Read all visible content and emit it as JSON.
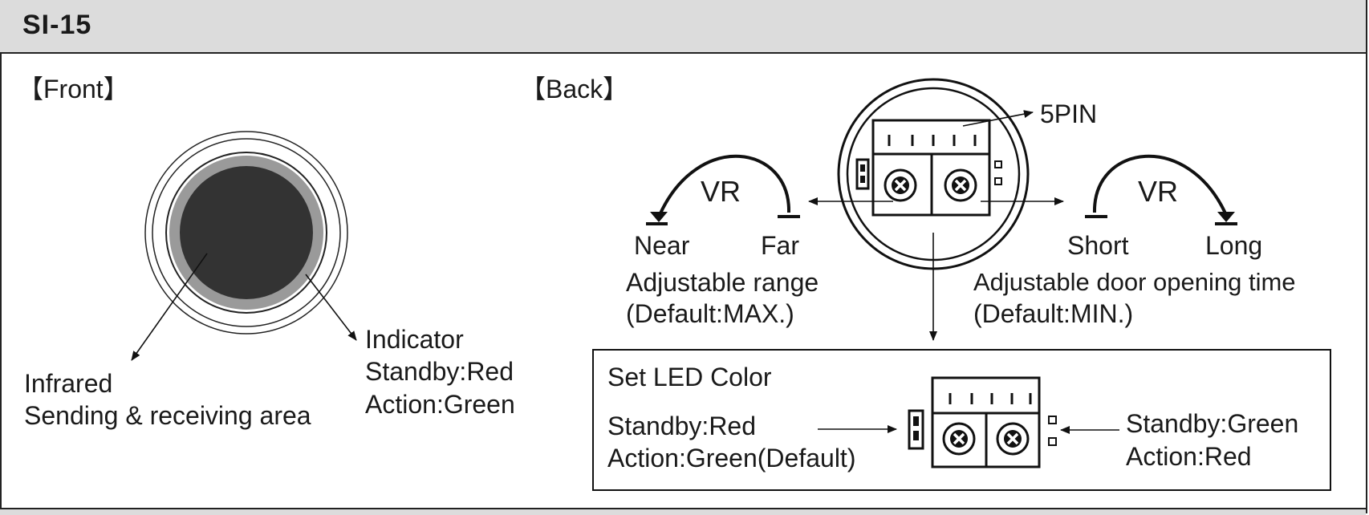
{
  "header": {
    "title": "SI-15"
  },
  "front": {
    "label": "【Front】",
    "infrared_line1": "Infrared",
    "infrared_line2": "Sending & receiving area",
    "indicator_line1": "Indicator",
    "indicator_line2": "Standby:Red",
    "indicator_line3": "Action:Green"
  },
  "back": {
    "label": "【Back】",
    "pin_label": "5PIN",
    "range": {
      "vr": "VR",
      "near": "Near",
      "far": "Far",
      "caption1": "Adjustable range",
      "caption2": "(Default:MAX.)"
    },
    "time": {
      "vr": "VR",
      "short": "Short",
      "long": "Long",
      "caption1": "Adjustable door opening time",
      "caption2": "(Default:MIN.)"
    }
  },
  "led_box": {
    "title": "Set LED Color",
    "left_line1": "Standby:Red",
    "left_line2": "Action:Green(Default)",
    "right_line1": "Standby:Green",
    "right_line2": "Action:Red"
  },
  "colors": {
    "border": "#222222",
    "header_bg": "#dcdcdc",
    "lens": "#333333",
    "ring": "#9a9a9a"
  }
}
